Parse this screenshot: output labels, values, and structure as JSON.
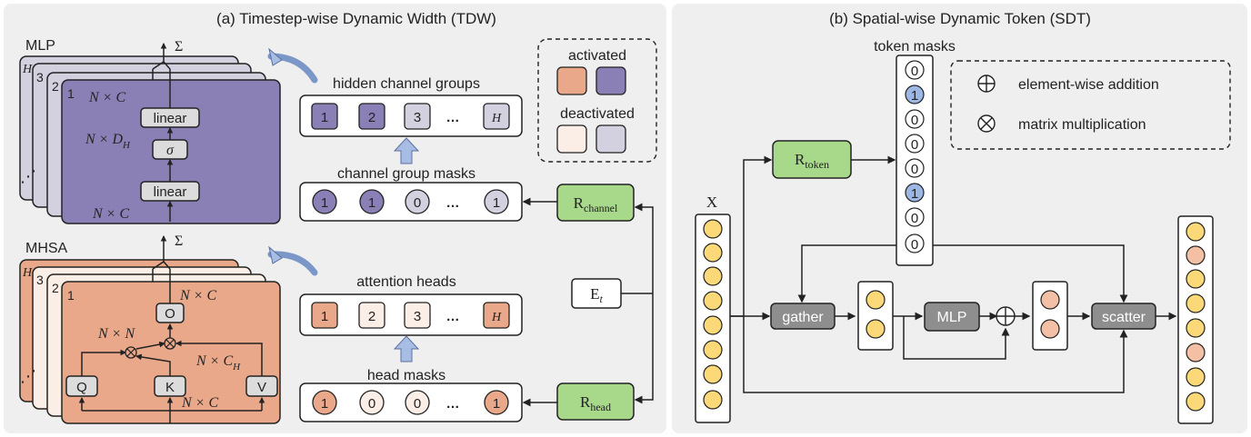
{
  "tdw": {
    "title": "(a) Timestep-wise Dynamic Width (TDW)",
    "mlp_label": "MLP",
    "mhsa_label": "MHSA",
    "sum_symbol": "Σ",
    "stack_labels": [
      "H",
      "3",
      "2",
      "1"
    ],
    "mlp_out_dim": "N × C",
    "mlp_hidden_dim": "N × D",
    "mlp_hidden_sub": "H",
    "mlp_in_dim": "N × C",
    "linear_label": "linear",
    "sigma_label": "σ",
    "o_label": "O",
    "q_label": "Q",
    "k_label": "K",
    "v_label": "V",
    "attn_out_dim": "N × C",
    "attn_nn_dim": "N × N",
    "attn_v_dim": "N × C",
    "attn_v_sub": "H",
    "attn_in_dim": "N × C",
    "hidden_groups_title": "hidden channel groups",
    "hidden_groups": [
      "1",
      "2",
      "3",
      "…",
      "H"
    ],
    "channel_masks_title": "channel group masks",
    "channel_masks": [
      "1",
      "1",
      "0",
      "…",
      "1"
    ],
    "attention_heads_title": "attention heads",
    "attention_heads": [
      "1",
      "2",
      "3",
      "…",
      "H"
    ],
    "head_masks_title": "head masks",
    "head_masks": [
      "1",
      "0",
      "0",
      "…",
      "1"
    ],
    "r_channel": "R",
    "r_channel_sub": "channel",
    "r_head": "R",
    "r_head_sub": "head",
    "e_t": "E",
    "e_t_sub": "t",
    "legend_activated": "activated",
    "legend_deactivated": "deactivated"
  },
  "sdt": {
    "title": "(b) Spatial-wise Dynamic Token (SDT)",
    "token_masks_title": "token masks",
    "token_masks": [
      "0",
      "1",
      "0",
      "0",
      "0",
      "1",
      "0",
      "0"
    ],
    "r_token": "R",
    "r_token_sub": "token",
    "x_label": "X",
    "gather_label": "gather",
    "mlp_label": "MLP",
    "scatter_label": "scatter",
    "legend_addition": "element-wise addition",
    "legend_matmul": "matrix multiplication"
  },
  "colors": {
    "panel_bg": "#efefef",
    "purple_active": "#8b80b6",
    "purple_inactive": "#d3d1df",
    "orange_active": "#eaa88a",
    "orange_inactive": "#fbeee6",
    "router_green": "#a8d98a",
    "token_yellow": "#fbd979",
    "token_salmon": "#f3c0a6",
    "mask_blue": "#9cb7e3",
    "gray_box": "#8e8e8e",
    "light_gray_box": "#dcdcdc"
  }
}
